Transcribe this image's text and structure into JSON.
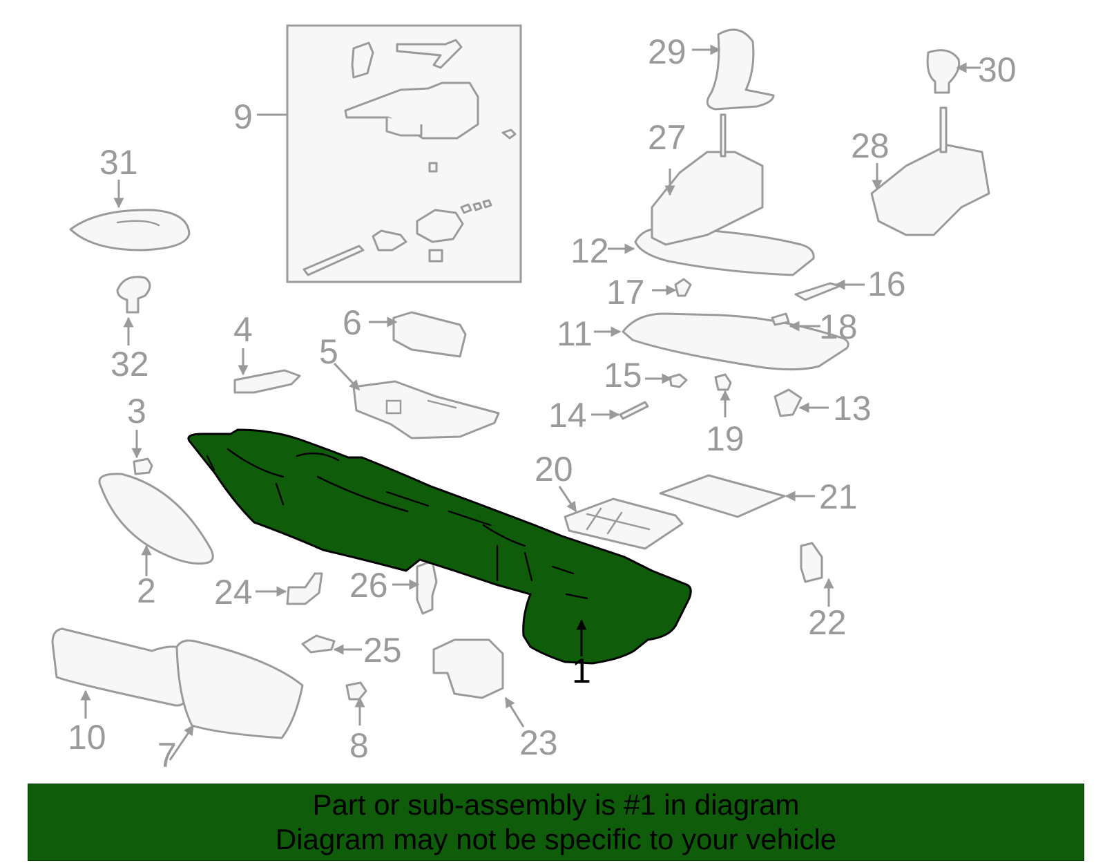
{
  "diagram": {
    "highlighted_part": "1",
    "colors": {
      "highlight": "#0f5c0a",
      "outline": "#9a9a9a",
      "active_callout": "#000000"
    },
    "callouts": [
      "1",
      "2",
      "3",
      "4",
      "5",
      "6",
      "7",
      "8",
      "9",
      "10",
      "11",
      "12",
      "13",
      "14",
      "15",
      "16",
      "17",
      "18",
      "19",
      "20",
      "21",
      "22",
      "23",
      "24",
      "25",
      "26",
      "27",
      "28",
      "29",
      "30",
      "31",
      "32"
    ]
  },
  "banner": {
    "line1": "Part or sub-assembly is #1 in diagram",
    "line2": "Diagram may not be specific to your vehicle"
  }
}
